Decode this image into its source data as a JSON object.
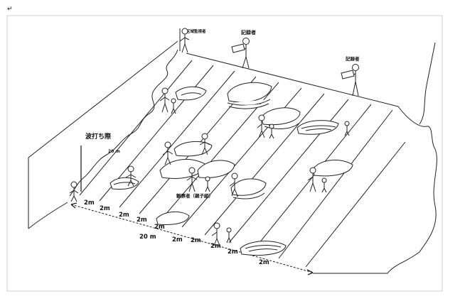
{
  "return_mark": "↵",
  "labels": {
    "wave_line": "波打ち際",
    "distance_vertical": "20 m",
    "recorder_center": "記録者",
    "recorder_right": "記録者",
    "safety_staff": "区域監視者",
    "observer": "観察者（親子組）"
  },
  "measurements": {
    "segments": [
      "2m",
      "2m",
      "2m",
      "2m",
      "2m",
      "2m",
      "2m",
      "2m"
    ],
    "total": "20 m",
    "end": "2m"
  }
}
